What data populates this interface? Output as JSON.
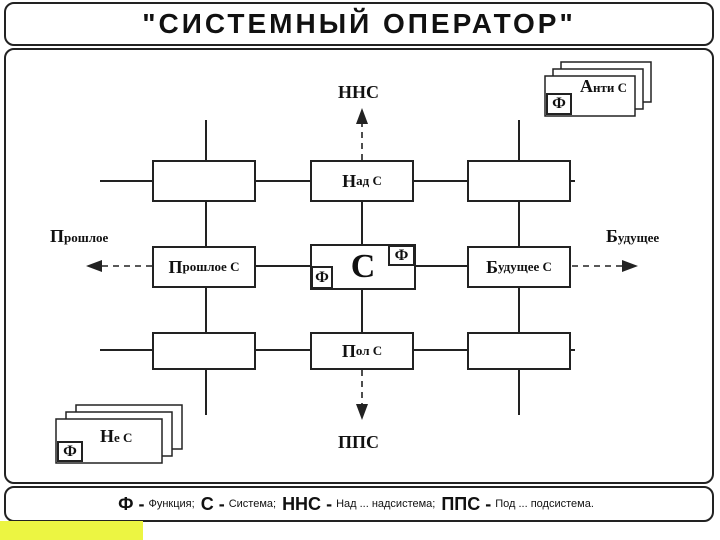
{
  "title": "\"СИСТЕМНЫЙ ОПЕРАТОР\"",
  "center": {
    "label": "С",
    "phi": "Ф"
  },
  "boxes": {
    "nad": {
      "cap": "Н",
      "rest": "ад С"
    },
    "pod": {
      "cap": "П",
      "rest": "ол С"
    },
    "past": {
      "cap": "П",
      "rest": "рошлое С"
    },
    "future": {
      "cap": "Б",
      "rest": "удущее С"
    }
  },
  "labels": {
    "nns": "ННС",
    "pps": "ППС",
    "past": {
      "cap": "П",
      "rest": "рошлое"
    },
    "future": {
      "cap": "Б",
      "rest": "удущее"
    }
  },
  "stacks": {
    "anti": {
      "cap": "А",
      "rest": "нти С",
      "phi": "Ф"
    },
    "ne": {
      "cap": "Н",
      "rest": "е С",
      "phi": "Ф"
    }
  },
  "legend": [
    {
      "sym": "Ф",
      "desc": "Функция;"
    },
    {
      "sym": "С",
      "desc": "Система;"
    },
    {
      "sym": "ННС",
      "desc": "Над ... надсистема;"
    },
    {
      "sym": "ППС",
      "desc": "Под ... подсистема."
    }
  ]
}
